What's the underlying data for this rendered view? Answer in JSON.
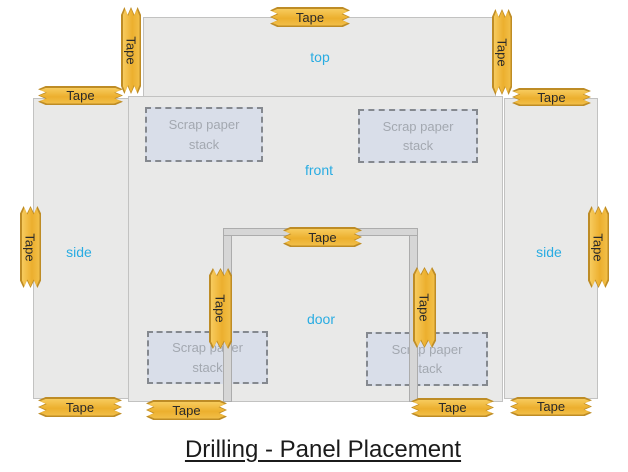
{
  "title": "Drilling - Panel Placement",
  "tape": {
    "label": "Tape",
    "count": 14
  },
  "scrap": {
    "line1": "Scrap paper",
    "line2": "stack",
    "count": 4
  },
  "panels": {
    "top": "top",
    "front": "front",
    "door": "door",
    "side_left": "side",
    "side_right": "side"
  },
  "colors": {
    "tape_fill": "#ECAF2E",
    "tape_fill_light": "#F7CB5E",
    "tape_fill_mid": "#F2C04A",
    "tape_border": "#BE8C25",
    "tape_text": "#2A2A2A",
    "panel_fill": "#E9E9E8",
    "panel_border": "#C2C2C1",
    "label_color": "#29ACE2",
    "scrap_fill": "#D9DEE9",
    "scrap_border": "#85898F",
    "scrap_text": "#A3A8B0",
    "frame_fill": "#D6D6D6",
    "frame_border": "#ACACAC",
    "title_color": "#1B1B1B"
  }
}
